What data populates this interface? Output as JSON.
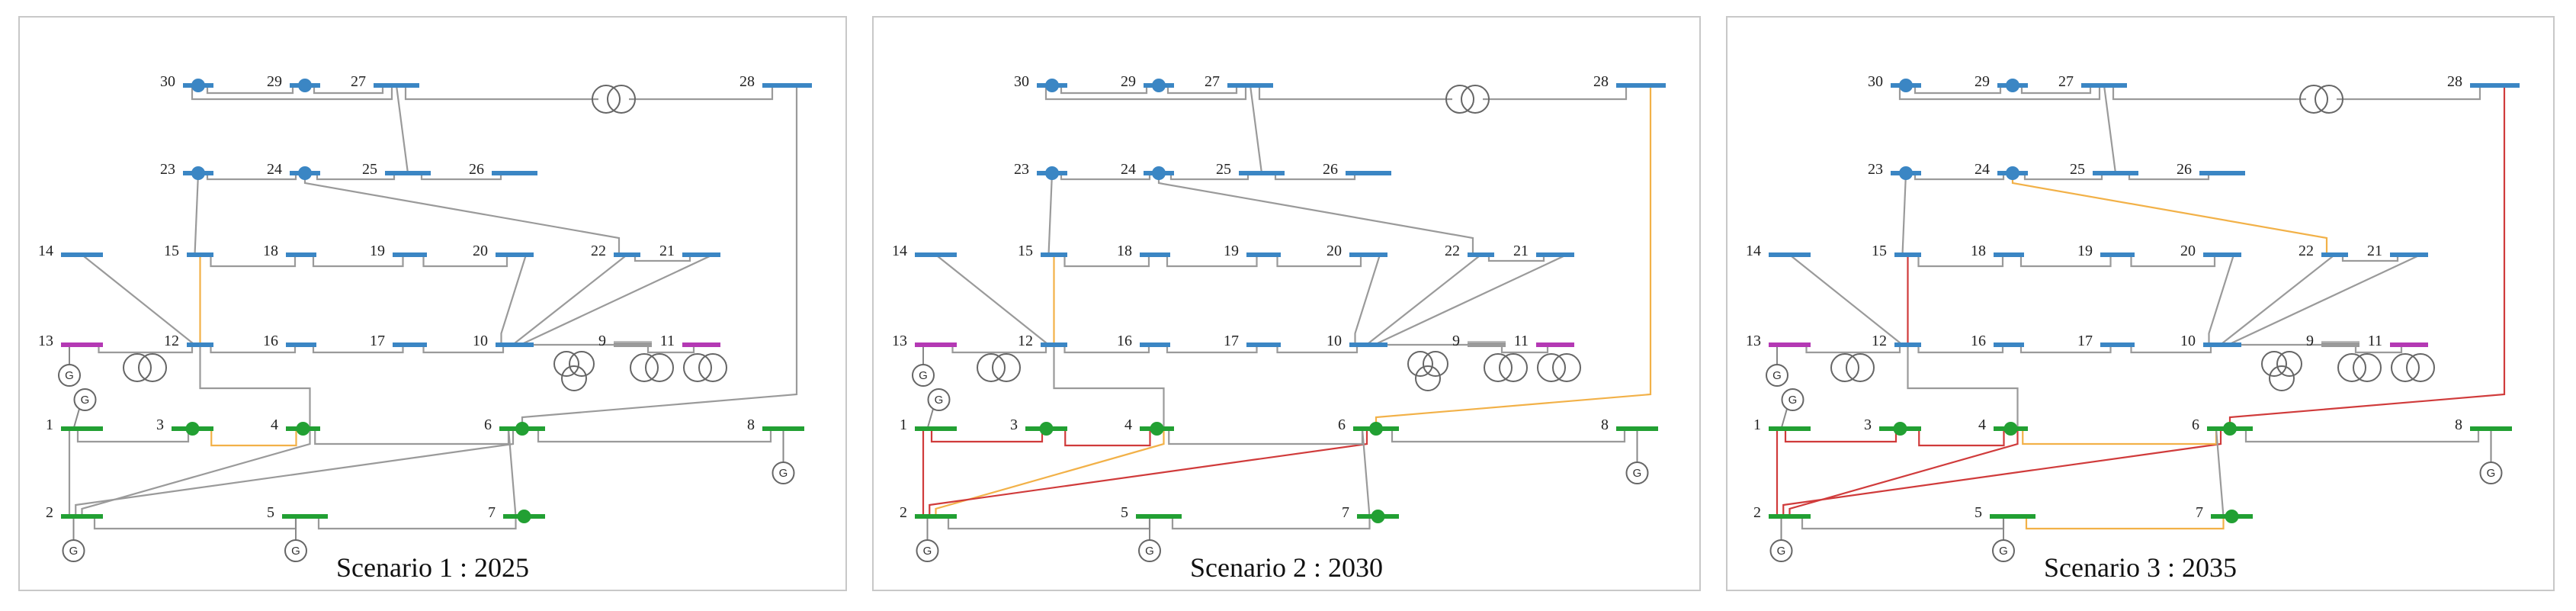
{
  "colors": {
    "blue": "#3b86c4",
    "green": "#22a033",
    "purple": "#b439b4",
    "gray": "#9a9a9a",
    "orange": "#f2b148",
    "red": "#d03b3b"
  },
  "generator_label": "G",
  "panels": [
    {
      "caption": "Scenario 1 : 2025",
      "highlights": {
        "orange": [
          "3-4",
          "12-15"
        ],
        "red": []
      }
    },
    {
      "caption": "Scenario 2 : 2030",
      "highlights": {
        "orange": [
          "2-4",
          "6-28",
          "12-15"
        ],
        "red": [
          "1-3",
          "3-4",
          "1-2",
          "2-6"
        ]
      }
    },
    {
      "caption": "Scenario 3 : 2035",
      "highlights": {
        "orange": [
          "24-22",
          "4-6",
          "5-7"
        ],
        "red": [
          "1-3",
          "3-4",
          "1-2",
          "2-4",
          "2-6",
          "6-28",
          "12-15"
        ]
      }
    }
  ],
  "buses": [
    {
      "id": "1",
      "color": "green"
    },
    {
      "id": "2",
      "color": "green"
    },
    {
      "id": "3",
      "color": "green"
    },
    {
      "id": "4",
      "color": "green"
    },
    {
      "id": "5",
      "color": "green"
    },
    {
      "id": "6",
      "color": "green"
    },
    {
      "id": "7",
      "color": "green"
    },
    {
      "id": "8",
      "color": "green"
    },
    {
      "id": "9",
      "color": "gray"
    },
    {
      "id": "10",
      "color": "blue"
    },
    {
      "id": "11",
      "color": "purple"
    },
    {
      "id": "12",
      "color": "blue"
    },
    {
      "id": "13",
      "color": "purple"
    },
    {
      "id": "14",
      "color": "blue"
    },
    {
      "id": "15",
      "color": "blue"
    },
    {
      "id": "16",
      "color": "blue"
    },
    {
      "id": "17",
      "color": "blue"
    },
    {
      "id": "18",
      "color": "blue"
    },
    {
      "id": "19",
      "color": "blue"
    },
    {
      "id": "20",
      "color": "blue"
    },
    {
      "id": "21",
      "color": "blue"
    },
    {
      "id": "22",
      "color": "blue"
    },
    {
      "id": "23",
      "color": "blue"
    },
    {
      "id": "24",
      "color": "blue"
    },
    {
      "id": "25",
      "color": "blue"
    },
    {
      "id": "26",
      "color": "blue"
    },
    {
      "id": "27",
      "color": "blue"
    },
    {
      "id": "28",
      "color": "blue"
    },
    {
      "id": "29",
      "color": "blue"
    },
    {
      "id": "30",
      "color": "blue"
    }
  ],
  "branches": [
    {
      "id": "1-2"
    },
    {
      "id": "1-3"
    },
    {
      "id": "3-4"
    },
    {
      "id": "2-4"
    },
    {
      "id": "2-6"
    },
    {
      "id": "4-6"
    },
    {
      "id": "2-5"
    },
    {
      "id": "5-7"
    },
    {
      "id": "6-7"
    },
    {
      "id": "6-8"
    },
    {
      "id": "6-28"
    },
    {
      "id": "4-12"
    },
    {
      "id": "12-15"
    },
    {
      "id": "12-14"
    },
    {
      "id": "12-16"
    },
    {
      "id": "15-18"
    },
    {
      "id": "18-19"
    },
    {
      "id": "19-20"
    },
    {
      "id": "20-10"
    },
    {
      "id": "16-17"
    },
    {
      "id": "17-10"
    },
    {
      "id": "10-21"
    },
    {
      "id": "10-22"
    },
    {
      "id": "21-22"
    },
    {
      "id": "24-22"
    },
    {
      "id": "15-23"
    },
    {
      "id": "23-24"
    },
    {
      "id": "24-25"
    },
    {
      "id": "25-26"
    },
    {
      "id": "25-27"
    },
    {
      "id": "27-28"
    },
    {
      "id": "27-29"
    },
    {
      "id": "27-30"
    },
    {
      "id": "29-30"
    },
    {
      "id": "9-10"
    },
    {
      "id": "9-11"
    },
    {
      "id": "12-13"
    }
  ]
}
